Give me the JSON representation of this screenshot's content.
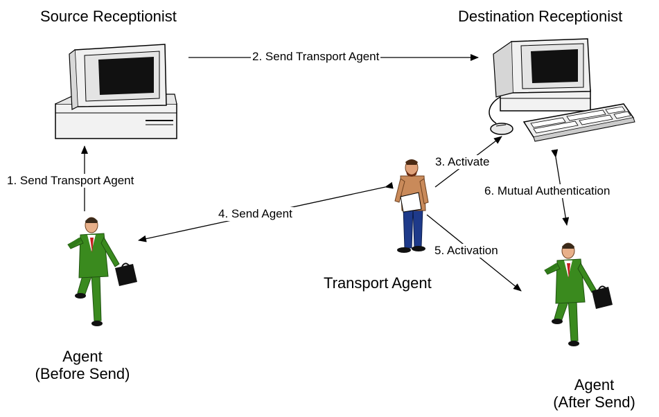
{
  "nodes": {
    "source": "Source Receptionist",
    "destination": "Destination Receptionist",
    "transport": "Transport Agent",
    "agent_before_line1": "Agent",
    "agent_before_line2": "(Before Send)",
    "agent_after_line1": "Agent",
    "agent_after_line2": "(After Send)"
  },
  "edges": {
    "e1": "1. Send Transport Agent",
    "e2": "2. Send Transport Agent",
    "e3": "3. Activate",
    "e4": "4. Send Agent",
    "e5": "5. Activation",
    "e6": "6. Mutual Authentication"
  },
  "icons": {
    "source": "desktop-computer-icon",
    "destination": "workstation-with-keyboard-icon",
    "transport": "bearded-man-icon",
    "agent_before": "running-businessman-icon",
    "agent_after": "running-businessman-icon"
  },
  "colors": {
    "suit": "#3a8a1e",
    "suit_dark": "#1f5210",
    "screen": "#111111",
    "monitor": "#f2f2f2",
    "jeans": "#1e3a8a",
    "shirt": "#c98a5a",
    "tie": "#c41e1e"
  }
}
